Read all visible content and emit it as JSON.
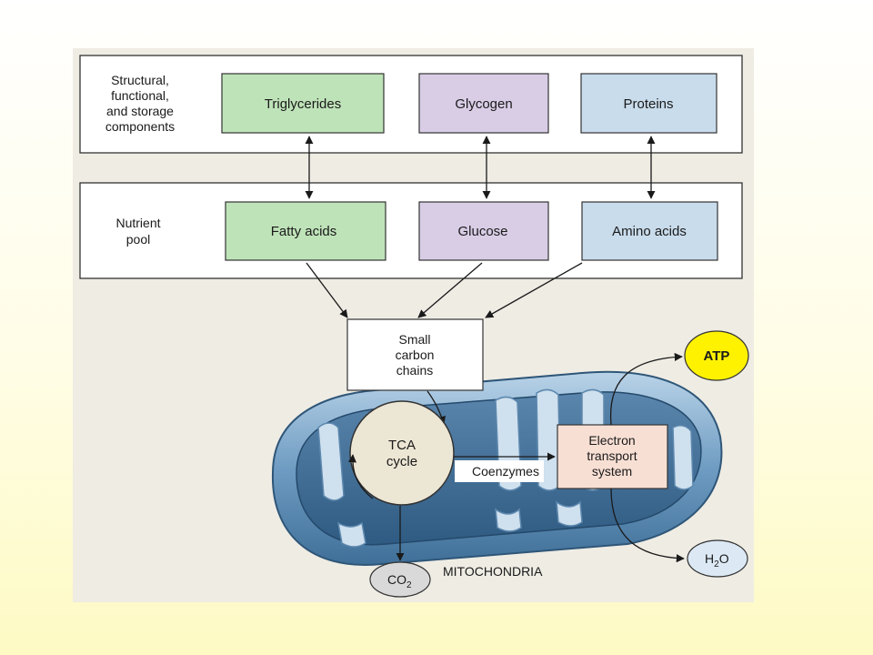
{
  "section_labels": {
    "structural": [
      "Structural,",
      "functional,",
      "and storage",
      "components"
    ],
    "nutrient_pool": [
      "Nutrient",
      "pool"
    ]
  },
  "storage_components": {
    "triglycerides": "Triglycerides",
    "glycogen": "Glycogen",
    "proteins": "Proteins"
  },
  "nutrients": {
    "fatty_acids": "Fatty acids",
    "glucose": "Glucose",
    "amino_acids": "Amino acids"
  },
  "small_carbon_chains": [
    "Small",
    "carbon",
    "chains"
  ],
  "tca_cycle": [
    "TCA",
    "cycle"
  ],
  "coenzymes": "Coenzymes",
  "electron_transport": [
    "Electron",
    "transport",
    "system"
  ],
  "atp": "ATP",
  "h2o": {
    "main": "H",
    "sub": "2",
    "tail": "O"
  },
  "co2": {
    "main": "CO",
    "sub": "2"
  },
  "mitochondria": "MITOCHONDRIA",
  "colors": {
    "panel_bg": "#efece4",
    "lipid_green": "#bfe3b9",
    "carb_purple": "#d9cde6",
    "protein_blue": "#c9dcec",
    "ets_pink": "#f8dfd4",
    "atp_yellow": "#fff200",
    "tca_fill": "#ece6d4",
    "mito_blue": "#6f9cc2"
  }
}
